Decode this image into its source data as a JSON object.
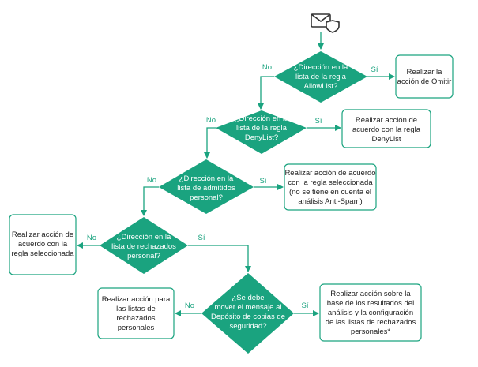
{
  "colors": {
    "diamond": "#1aa37f",
    "line": "#1aa37f",
    "box_border": "#1aa37f",
    "text": "#222222"
  },
  "start_icon": "mail-shield-icon",
  "decisions": {
    "allowlist": [
      "¿Dirección en la",
      "lista de la regla",
      "AllowList?"
    ],
    "denylist": [
      "¿Dirección en la",
      "lista de la regla",
      "DenyList?"
    ],
    "admitidos": [
      "¿Dirección en la",
      "lista de admitidos",
      "personal?"
    ],
    "rechazados": [
      "¿Dirección en la",
      "lista de rechazados",
      "personal?"
    ],
    "deposito": [
      "¿Se debe",
      "mover el mensaje al",
      "Depósito de copias de",
      "seguridad?"
    ]
  },
  "actions": {
    "omitir": [
      "Realizar la",
      "acción de Omitir"
    ],
    "denylist": [
      "Realizar acción de",
      "acuerdo con la regla",
      "DenyList"
    ],
    "admitidos": [
      "Realizar acción de acuerdo",
      "con la regla seleccionada",
      "(no se tiene en cuenta el",
      "análisis Anti-Spam)"
    ],
    "rechazados": [
      "Realizar acción de",
      "acuerdo con la",
      "regla seleccionada"
    ],
    "listas": [
      "Realizar acción para",
      "las listas de",
      "rechazados",
      "personales"
    ],
    "analisis": [
      "Realizar acción sobre la",
      "base de los resultados del",
      "análisis y la configuración",
      "de las listas de rechazados",
      "personales*"
    ]
  },
  "labels": {
    "yes": "Sí",
    "no": "No"
  }
}
